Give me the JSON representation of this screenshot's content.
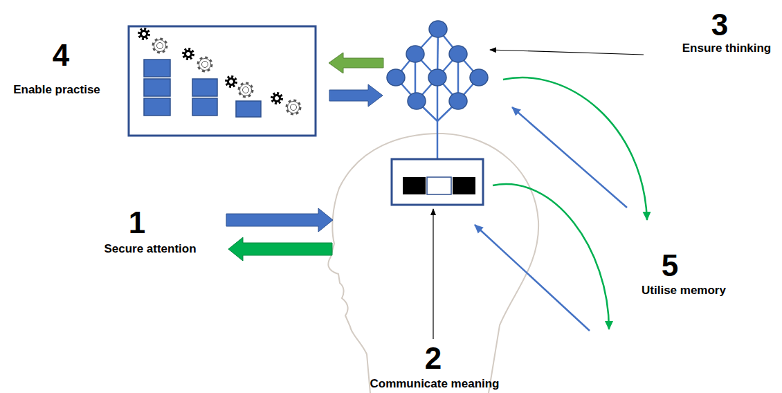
{
  "diagram": {
    "labels": [
      "4",
      "Enable practise",
      "3",
      "Ensure thinking",
      "1",
      "Secure attention",
      "5",
      "Utilise memory",
      "2",
      "Communicate meaning"
    ]
  }
}
